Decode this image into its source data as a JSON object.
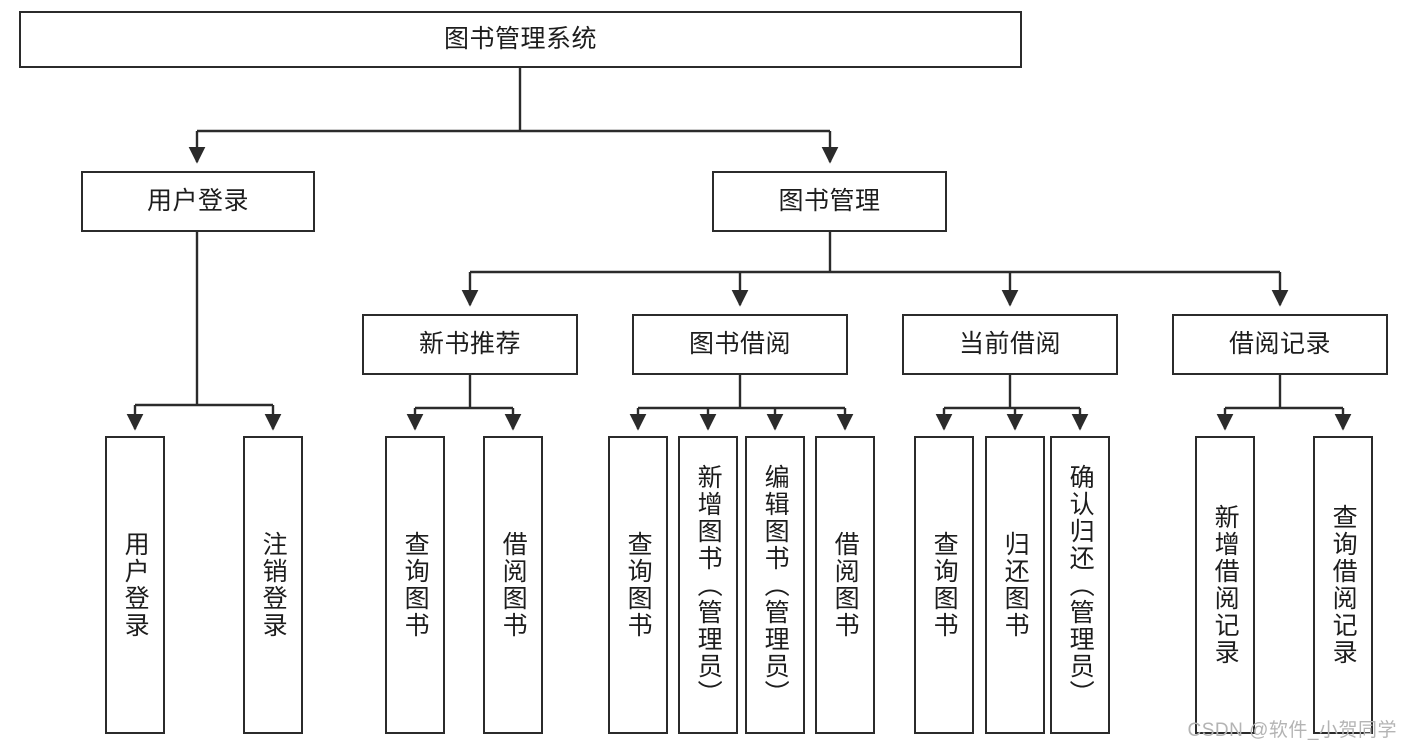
{
  "diagram": {
    "type": "tree-hierarchy",
    "title": "图书管理系统",
    "watermark": "CSDN @软件_小贺同学",
    "colors": {
      "box_border": "#2b2b2b",
      "box_fill": "#ffffff",
      "connector": "#2b2b2b",
      "text": "#1d1d1d",
      "watermark": "#b4b4b4"
    },
    "root": {
      "label": "图书管理系统"
    },
    "level2": [
      {
        "label": "用户登录"
      },
      {
        "label": "图书管理"
      }
    ],
    "level3": [
      {
        "label": "新书推荐"
      },
      {
        "label": "图书借阅"
      },
      {
        "label": "当前借阅"
      },
      {
        "label": "借阅记录"
      }
    ],
    "leaves": {
      "user_login": [
        {
          "label": "用户登录"
        },
        {
          "label": "注销登录"
        }
      ],
      "new_book_recommend": [
        {
          "label": "查询图书"
        },
        {
          "label": "借阅图书"
        }
      ],
      "book_borrow": [
        {
          "label": "查询图书"
        },
        {
          "label": "新增图书（管理员）"
        },
        {
          "label": "编辑图书（管理员）"
        },
        {
          "label": "借阅图书"
        }
      ],
      "current_borrow": [
        {
          "label": "查询图书"
        },
        {
          "label": "归还图书"
        },
        {
          "label": "确认归还（管理员）"
        }
      ],
      "borrow_record": [
        {
          "label": "新增借阅记录"
        },
        {
          "label": "查询借阅记录"
        }
      ]
    }
  }
}
